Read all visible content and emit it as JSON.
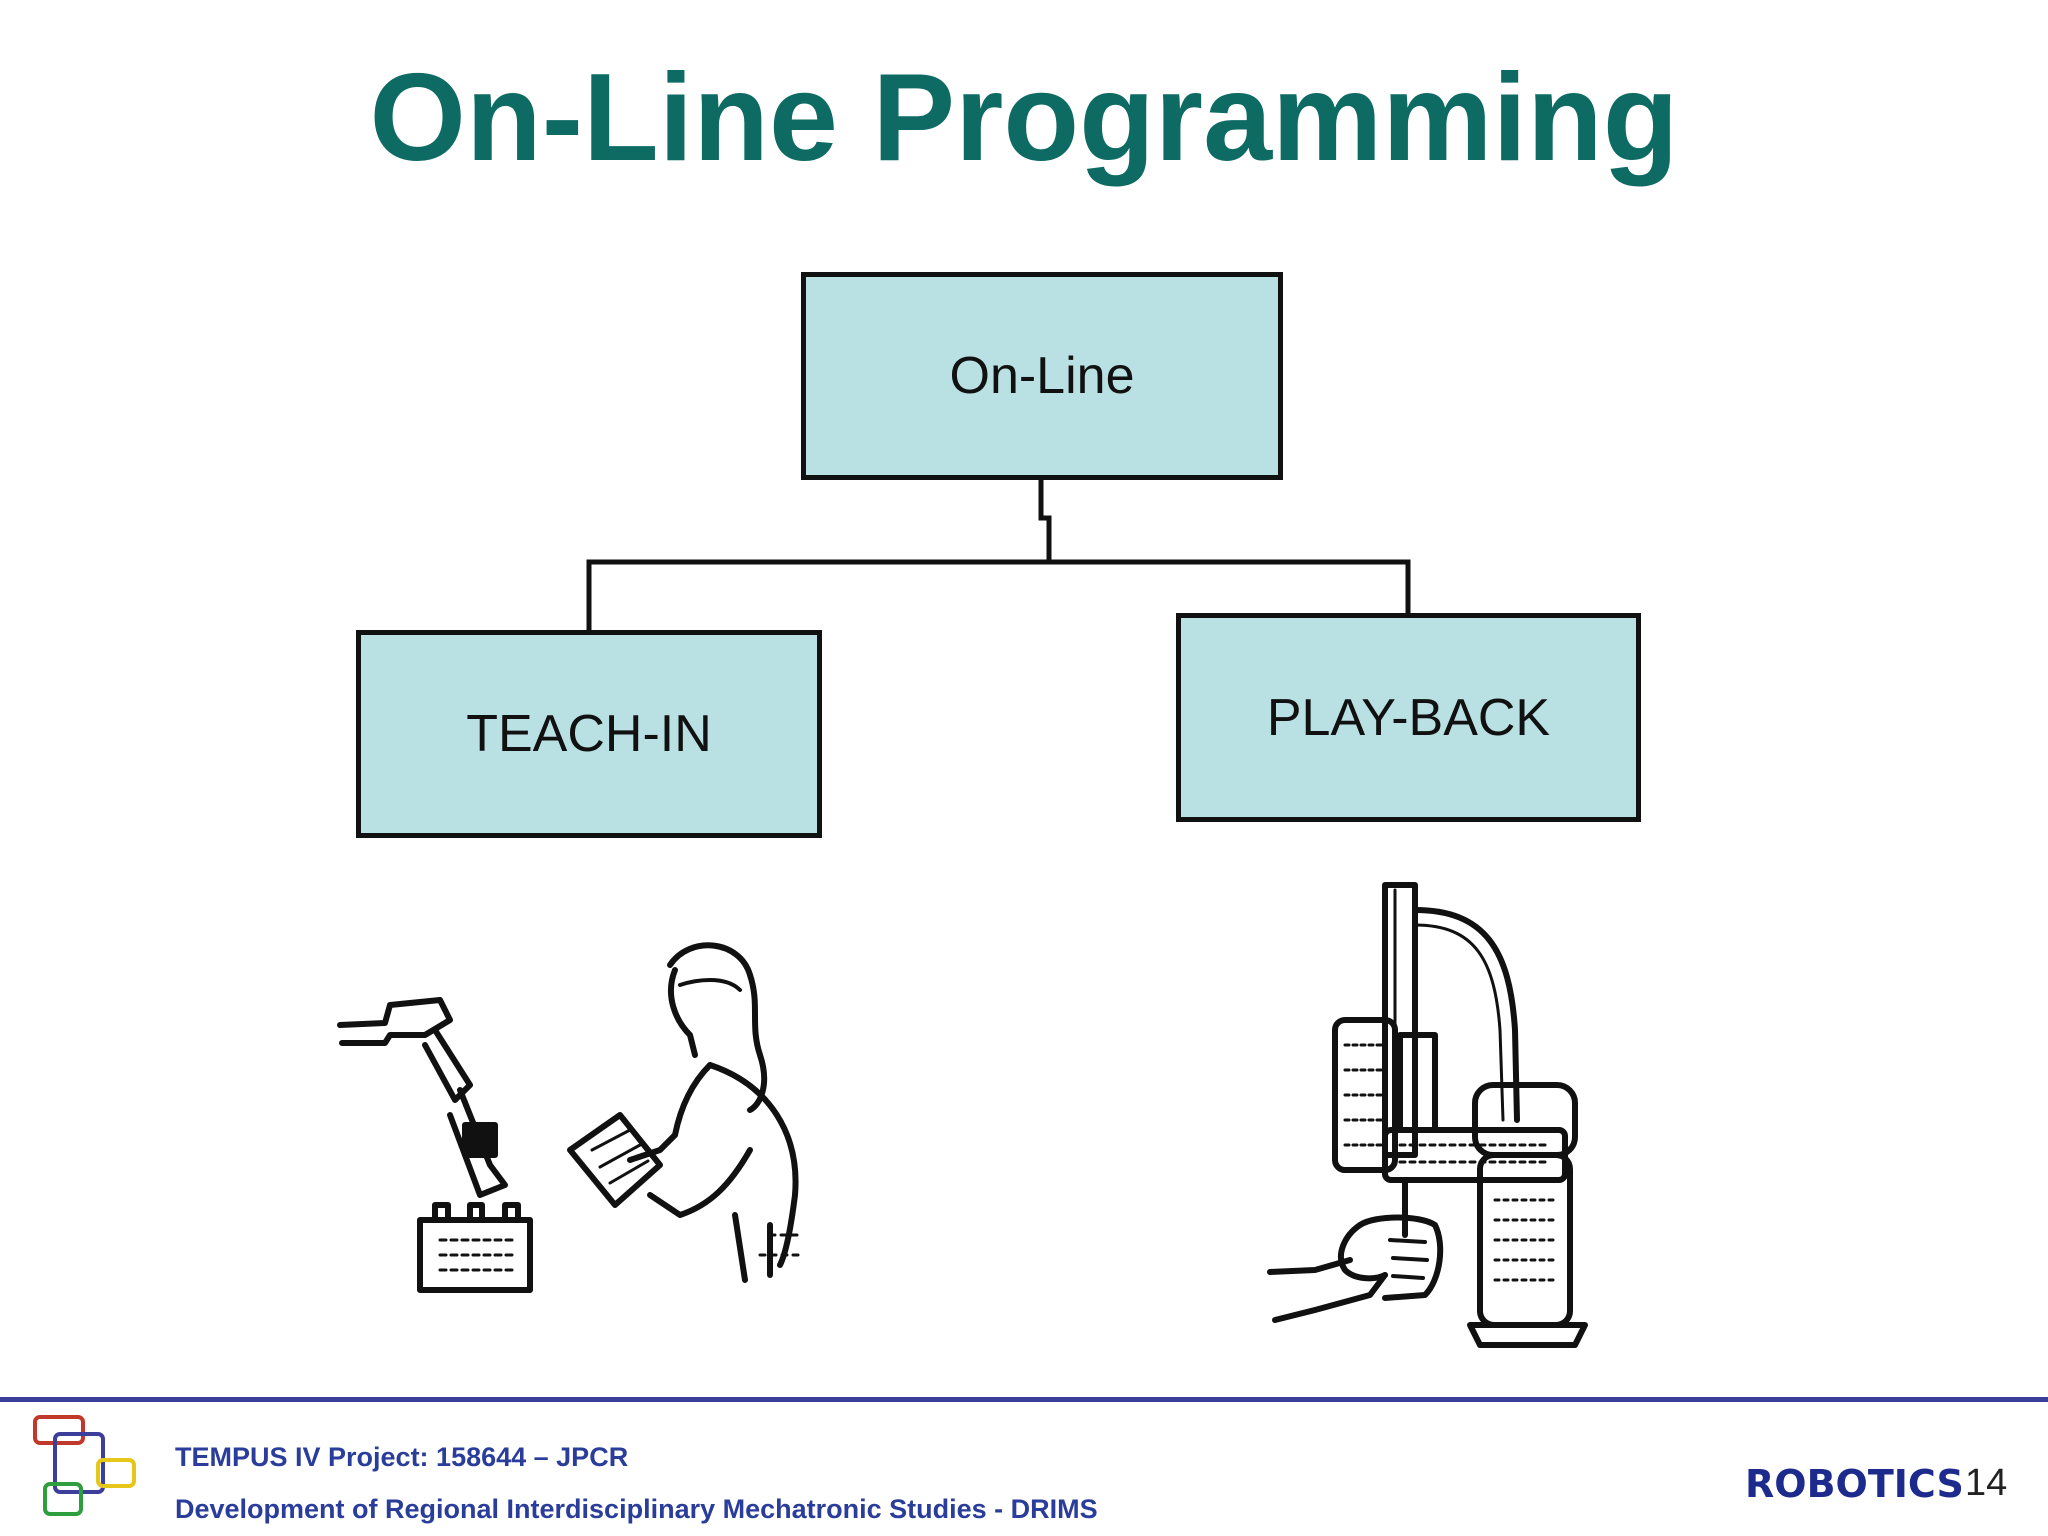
{
  "slide": {
    "title": "On-Line Programming"
  },
  "diagram": {
    "root": {
      "label": "On-Line"
    },
    "children": [
      {
        "label": "TEACH-IN"
      },
      {
        "label": "PLAY-BACK"
      }
    ]
  },
  "footer": {
    "project": "TEMPUS IV Project: 158644 – JPCR",
    "subtitle": "Development of Regional Interdisciplinary Mechatronic Studies - DRIMS",
    "course": "ROBOTICS",
    "page_number": "14"
  },
  "colors": {
    "title": "#0d6b63",
    "node_fill": "#b9e1e3",
    "footer_text": "#2a3d9a",
    "footer_rule": "#3b3f9b"
  }
}
